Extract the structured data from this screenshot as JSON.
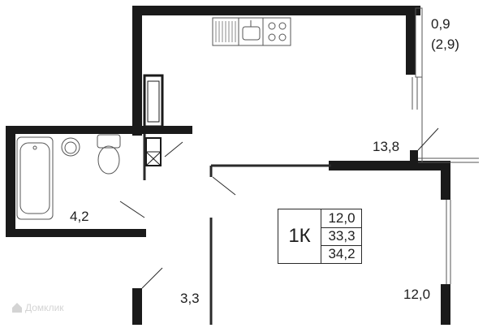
{
  "rooms": {
    "loggia_area": "0,9",
    "loggia_area_full": "(2,9)",
    "kitchen_living_area": "13,8",
    "bathroom_area": "4,2",
    "hallway_area": "3,3",
    "bedroom_area": "12,0"
  },
  "summary": {
    "type_label": "1К",
    "living_area": "12,0",
    "total_area": "33,3",
    "total_area_with_loggia": "34,2"
  },
  "watermark": {
    "text": "Домклик"
  },
  "colors": {
    "wall": "#1a1a1a",
    "line": "#2a2a2a",
    "fixture_stroke": "#555555",
    "watermark": "#d4d4d4"
  }
}
